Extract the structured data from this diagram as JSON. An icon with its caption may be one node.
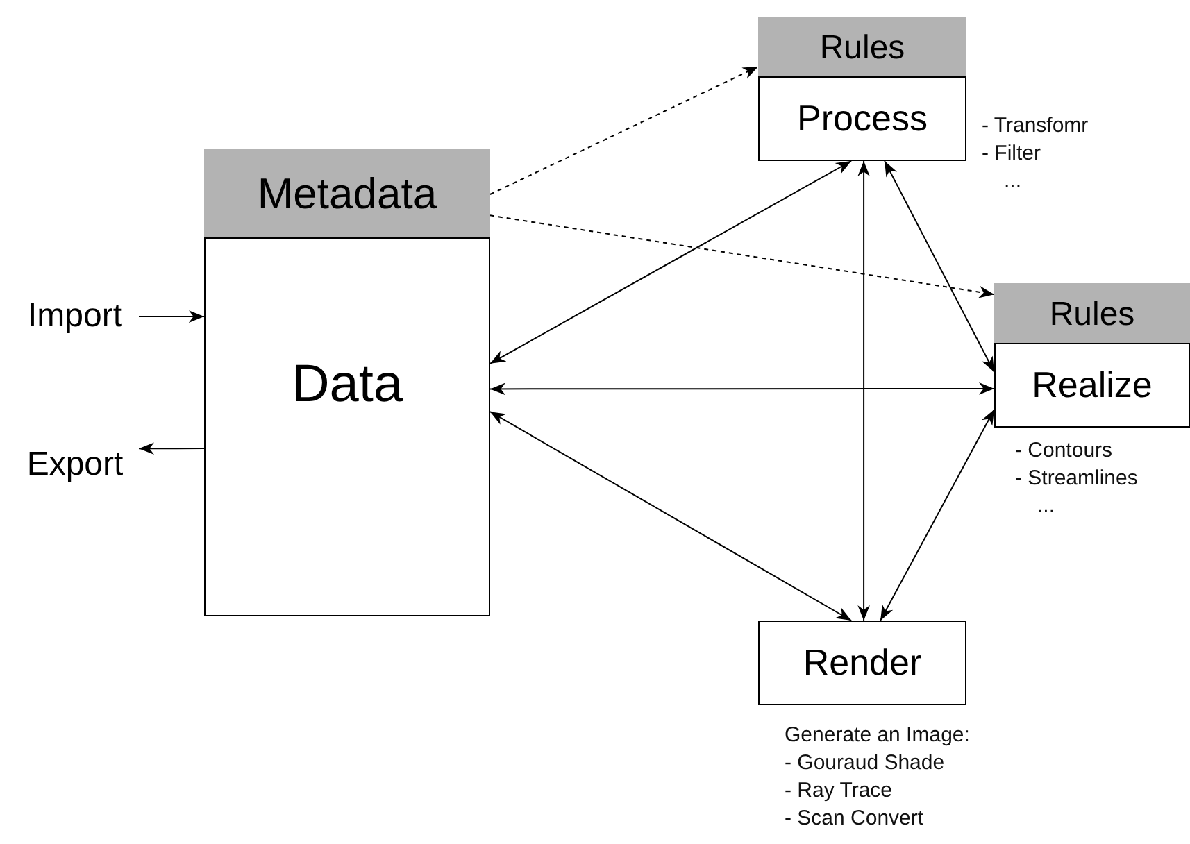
{
  "diagram": {
    "nodes": [
      {
        "text": [
          "Metadata"
        ]
      },
      {
        "text": [
          "Data"
        ]
      },
      {
        "text": [
          "Import"
        ]
      },
      {
        "text": [
          "Export"
        ]
      },
      {
        "text": [
          "Rules"
        ]
      },
      {
        "text": [
          "Process"
        ],
        "beside": [
          "- Transfomr",
          "- Filter",
          "..."
        ]
      },
      {
        "text": [
          "Rules"
        ]
      },
      {
        "text": [
          "Realize"
        ],
        "beside": [
          "- Contours",
          "- Streamlines",
          "..."
        ]
      },
      {
        "text": [
          "Render"
        ],
        "beside": [
          "Generate an Image:",
          "- Gouraud Shade",
          "- Ray Trace",
          "- Scan Convert"
        ]
      }
    ],
    "edges": [
      {
        "from": 0,
        "to": 4,
        "arrow": "to",
        "style": "dashed"
      },
      {
        "from": 0,
        "to": 6,
        "arrow": "to",
        "style": "dashed"
      },
      {
        "from": 2,
        "to": 1,
        "arrow": "to"
      },
      {
        "from": 1,
        "to": 3,
        "arrow": "to"
      },
      {
        "from": 1,
        "to": 5,
        "arrow": "both"
      },
      {
        "from": 1,
        "to": 7,
        "arrow": "both"
      },
      {
        "from": 1,
        "to": 8,
        "arrow": "both"
      },
      {
        "from": 5,
        "to": 8,
        "arrow": "both"
      },
      {
        "from": 5,
        "to": 7,
        "arrow": "both"
      },
      {
        "from": 7,
        "to": 8,
        "arrow": "both"
      }
    ]
  }
}
